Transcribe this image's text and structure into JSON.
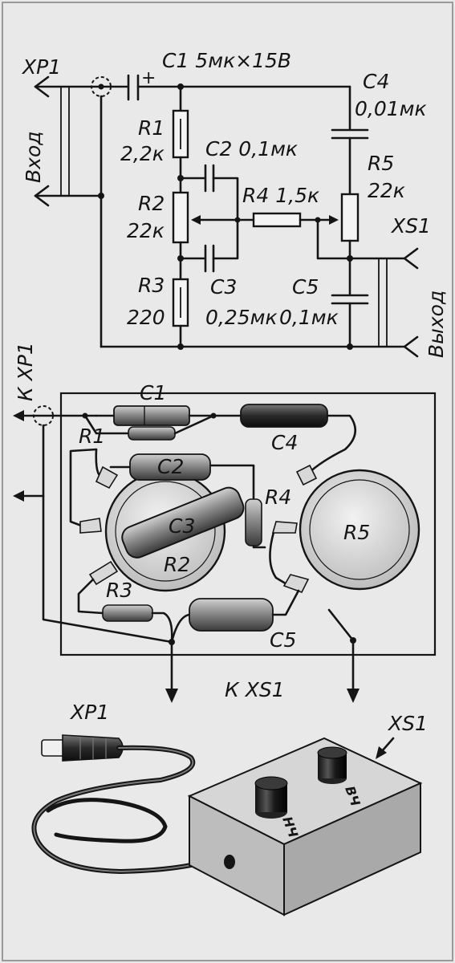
{
  "schematic": {
    "xp1": "XP1",
    "c1": "C1 5мк×15В",
    "plus": "+",
    "input_label": "Вход",
    "r1_name": "R1",
    "r1_value": "2,2к",
    "c2": "C2 0,1мк",
    "r2_name": "R2",
    "r2_value": "22к",
    "r4": "R4 1,5к",
    "c4_name": "C4",
    "c4_value": "0,01мк",
    "r5_name": "R5",
    "r5_value": "22к",
    "xs1": "XS1",
    "r3_name": "R3",
    "r3_value": "220",
    "c3_name": "C3",
    "c3_value": "0,25мк",
    "c5_name": "C5",
    "c5_value": "0,1мк",
    "output_label": "Выход"
  },
  "board": {
    "to_xp1": "К XP1",
    "c1": "C1",
    "r1": "R1",
    "c2": "C2",
    "c4": "C4",
    "c3": "C3",
    "r2": "R2",
    "r4": "R4",
    "r5": "R5",
    "r3": "R3",
    "c5": "C5",
    "to_xs1": "К XS1"
  },
  "device": {
    "xp1": "XP1",
    "xs1": "XS1",
    "knob_low": "НЧ",
    "knob_high": "ВЧ"
  },
  "colors": {
    "ink": "#151515",
    "paper": "#e9e9e9",
    "part_body": "#8a8a8a",
    "box_top": "#d6d6d6",
    "box_front": "#bdbdbd"
  }
}
